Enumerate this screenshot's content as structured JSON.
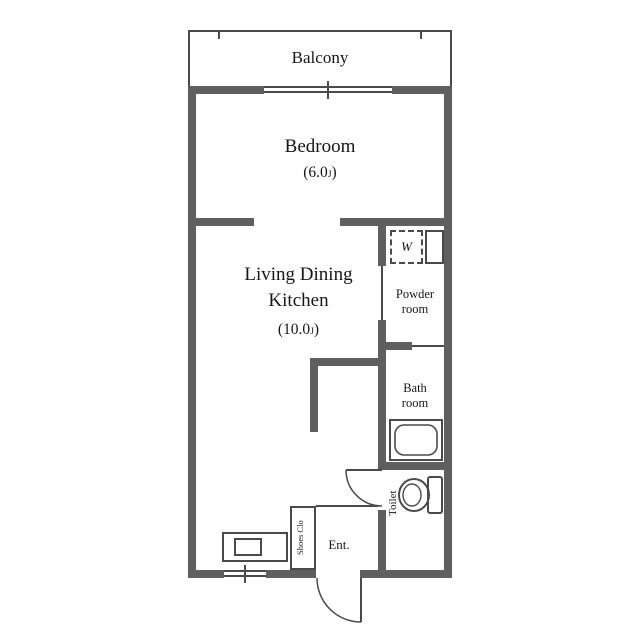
{
  "plan": {
    "colors": {
      "wall": "#5f5f5f",
      "line": "#4a4a4a",
      "text": "#161616",
      "background": "#ffffff"
    },
    "balcony": {
      "label": "Balcony"
    },
    "bedroom": {
      "label": "Bedroom",
      "size_open": "(6.0",
      "size_unit": "J",
      "size_close": ")"
    },
    "ldk": {
      "line1": "Living Dining",
      "line2": "Kitchen",
      "size_open": "(10.0",
      "size_unit": "J",
      "size_close": ")"
    },
    "powder_room": {
      "line1": "Powder",
      "line2": "room"
    },
    "bath_room": {
      "line1": "Bath",
      "line2": "room"
    },
    "toilet": {
      "label": "Toilet"
    },
    "entrance": {
      "label": "Ent."
    },
    "shoes_closet": {
      "label": "Shoes Clo"
    },
    "washer": {
      "label": "W"
    }
  }
}
